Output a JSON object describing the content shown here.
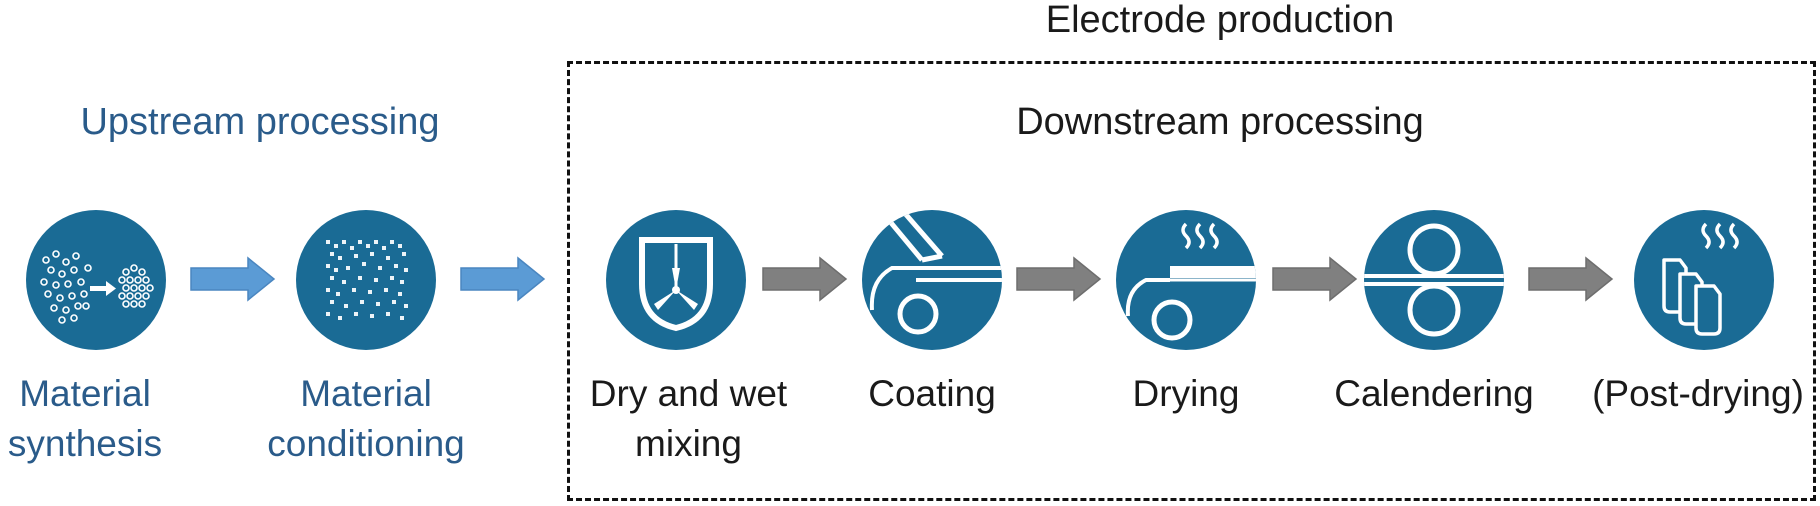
{
  "titles": {
    "electrode_production": "Electrode production",
    "upstream": "Upstream processing",
    "downstream": "Downstream processing"
  },
  "steps": {
    "synthesis": {
      "line1": "Material",
      "line2": "synthesis",
      "icon": "material-synthesis-icon"
    },
    "conditioning": {
      "line1": "Material",
      "line2": "conditioning",
      "icon": "material-conditioning-icon"
    },
    "mixing": {
      "line1": "Dry and wet",
      "line2": "mixing",
      "icon": "mixer-icon"
    },
    "coating": {
      "line1": "Coating",
      "icon": "coating-icon"
    },
    "drying": {
      "line1": "Drying",
      "icon": "drying-icon"
    },
    "calendering": {
      "line1": "Calendering",
      "icon": "calendering-icon"
    },
    "post_drying": {
      "line1": "(Post-drying)",
      "icon": "post-drying-icon"
    }
  },
  "colors": {
    "circle_fill": "#1a6b95",
    "upstream_arrow": "#5b9bd5",
    "downstream_arrow": "#808080",
    "upstream_text": "#2a5b8a"
  }
}
